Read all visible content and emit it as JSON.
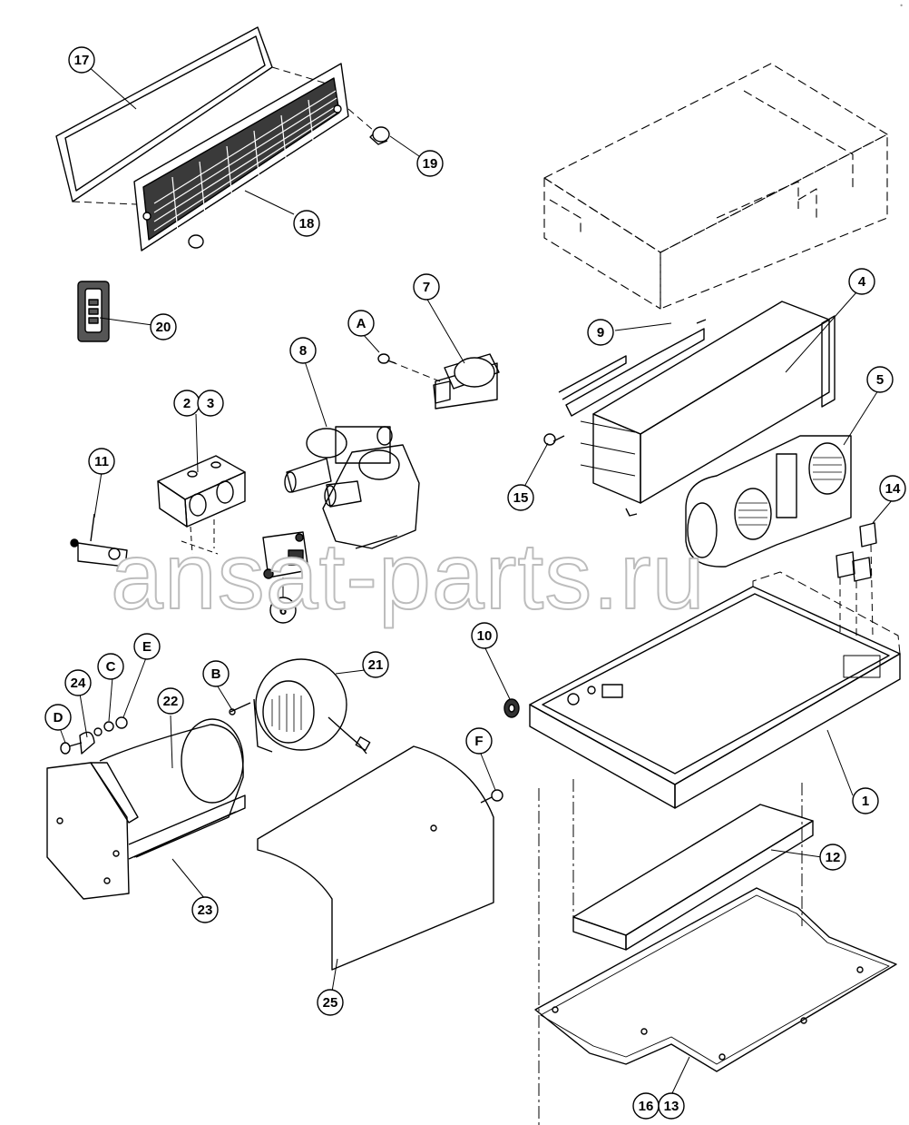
{
  "diagram": {
    "callouts": [
      {
        "id": "c17",
        "label": "17"
      },
      {
        "id": "c18",
        "label": "18"
      },
      {
        "id": "c19",
        "label": "19"
      },
      {
        "id": "c20",
        "label": "20"
      },
      {
        "id": "c7",
        "label": "7"
      },
      {
        "id": "cA",
        "label": "A"
      },
      {
        "id": "c8",
        "label": "8"
      },
      {
        "id": "c2",
        "label": "2"
      },
      {
        "id": "c3",
        "label": "3"
      },
      {
        "id": "c11",
        "label": "11"
      },
      {
        "id": "c6",
        "label": "6"
      },
      {
        "id": "c9",
        "label": "9"
      },
      {
        "id": "c4",
        "label": "4"
      },
      {
        "id": "c5",
        "label": "5"
      },
      {
        "id": "c15",
        "label": "15"
      },
      {
        "id": "c14",
        "label": "14"
      },
      {
        "id": "c10",
        "label": "10"
      },
      {
        "id": "c1",
        "label": "1"
      },
      {
        "id": "c12",
        "label": "12"
      },
      {
        "id": "c16",
        "label": "16"
      },
      {
        "id": "c13",
        "label": "13"
      },
      {
        "id": "c21",
        "label": "21"
      },
      {
        "id": "cB",
        "label": "B"
      },
      {
        "id": "c22",
        "label": "22"
      },
      {
        "id": "c24",
        "label": "24"
      },
      {
        "id": "cC",
        "label": "C"
      },
      {
        "id": "cE",
        "label": "E"
      },
      {
        "id": "cD",
        "label": "D"
      },
      {
        "id": "c23",
        "label": "23"
      },
      {
        "id": "cF",
        "label": "F"
      },
      {
        "id": "c25",
        "label": "25"
      }
    ],
    "watermark": "ansat-parts.ru",
    "corner_mark": "•"
  }
}
